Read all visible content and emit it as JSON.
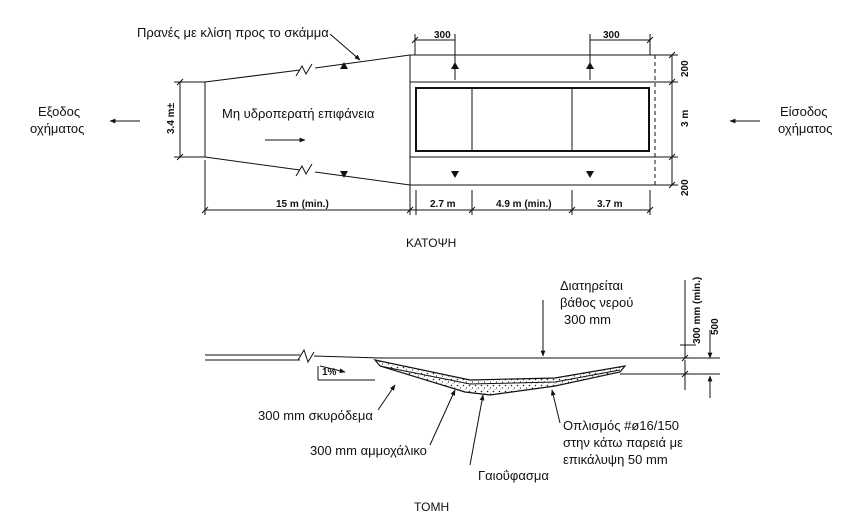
{
  "plan": {
    "title": "ΚΑΤΟΨΗ",
    "slope_note": "Πρανές με κλίση προς το σκάμμα",
    "surface_label": "Μη υδροπερατή επιφάνεια",
    "exit_label_1": "Εξοδος",
    "exit_label_2": "οχήματος",
    "entry_label_1": "Είσοδος",
    "entry_label_2": "οχήματος",
    "dim_width_left": "3.4 m±",
    "dim_300_a": "300",
    "dim_300_b": "300",
    "dim_200_top": "200",
    "dim_200_bottom": "200",
    "dim_3m": "3 m",
    "dim_15m": "15 m (min.)",
    "dim_27m": "2.7 m",
    "dim_49m": "4.9 m (min.)",
    "dim_37m": "3.7 m"
  },
  "section": {
    "title": "ΤΟΜΗ",
    "water_note_1": "Διατηρείται",
    "water_note_2": "βάθος νερού",
    "water_note_3": "300 mm",
    "dim_300min": "300 mm (min.)",
    "dim_500": "500",
    "slope": "1%",
    "concrete": "300 mm σκυρόδεμα",
    "gravel": "300 mm αμμοχάλικο",
    "geotextile": "Γαιοΰφασμα",
    "rebar_1": "Οπλισμός #ø16/150",
    "rebar_2": "στην κάτω παρειά με",
    "rebar_3": "επικάλυψη 50 mm"
  }
}
